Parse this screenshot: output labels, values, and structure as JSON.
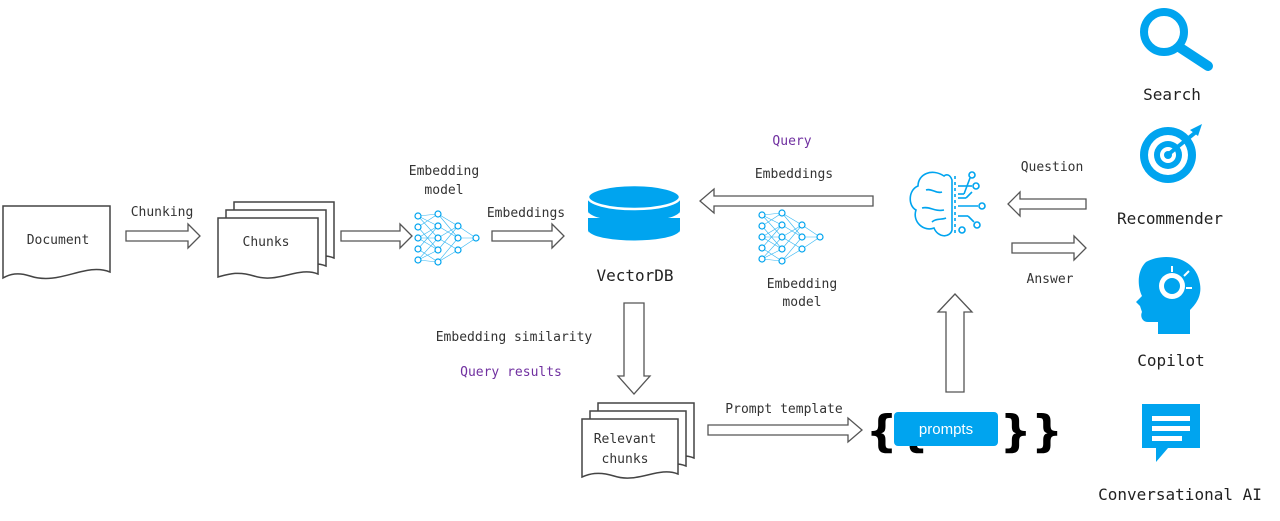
{
  "nodes": {
    "document": "Document",
    "chunks": "Chunks",
    "relevant_chunks_line1": "Relevant",
    "relevant_chunks_line2": "chunks",
    "vectordb": "VectorDB",
    "prompts": "prompts"
  },
  "edges": {
    "chunking": "Chunking",
    "embedding_model_top_line1": "Embedding",
    "embedding_model_top_line2": "model",
    "embeddings_right": "Embeddings",
    "query": "Query",
    "embeddings_left": "Embeddings",
    "embedding_model_mid_line1": "Embedding",
    "embedding_model_mid_line2": "model",
    "embedding_similarity": "Embedding similarity",
    "query_results": "Query results",
    "prompt_template": "Prompt template",
    "question": "Question",
    "answer": "Answer"
  },
  "braces": {
    "open": "{{",
    "close": "}}"
  },
  "apps": [
    {
      "label": "Search",
      "icon": "search-icon"
    },
    {
      "label": "Recommender",
      "icon": "target-icon"
    },
    {
      "label": "Copilot",
      "icon": "idea-head-icon"
    },
    {
      "label": "Conversational AI",
      "icon": "chat-icon"
    }
  ],
  "colors": {
    "accent": "#00a4ef",
    "purple_label": "#7030a0"
  }
}
